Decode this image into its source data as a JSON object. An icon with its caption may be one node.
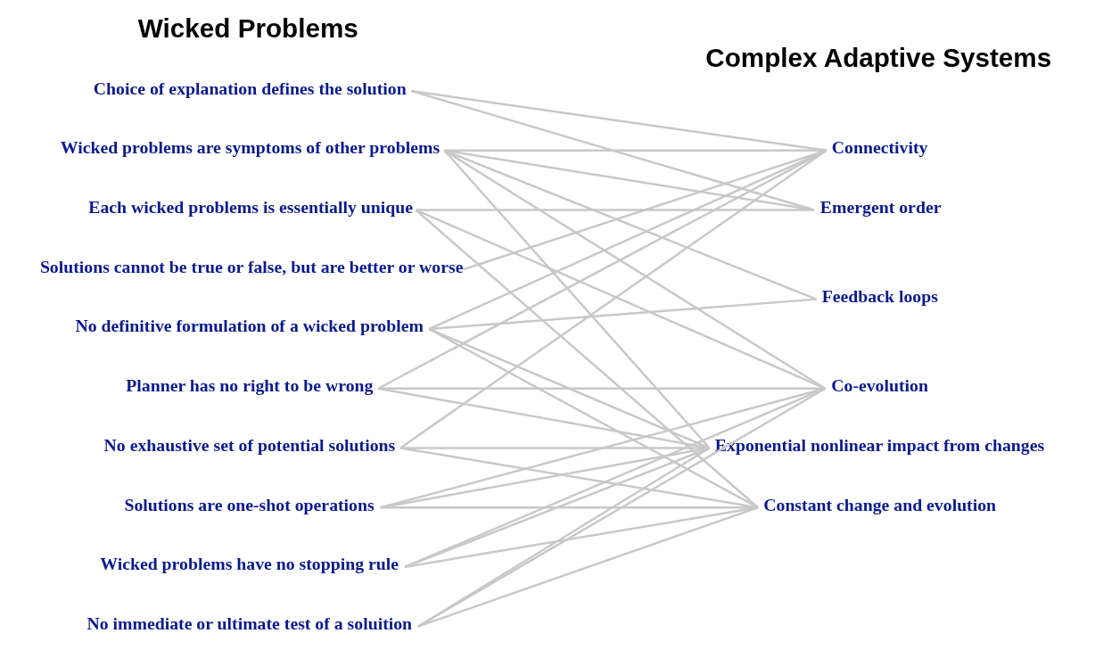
{
  "diagram": {
    "nodes": [
      {
        "text": [
          "Choice of explanation defines the solution"
        ]
      },
      {
        "text": [
          "Wicked problems are symptoms of other problems"
        ]
      },
      {
        "text": [
          "Each wicked problems is essentially unique"
        ]
      },
      {
        "text": [
          "Solutions cannot be true or false, but are better or worse"
        ]
      },
      {
        "text": [
          "No definitive formulation of a wicked problem"
        ]
      },
      {
        "text": [
          "Planner has no right to be wrong"
        ]
      },
      {
        "text": [
          "No exhaustive set of potential solutions"
        ]
      },
      {
        "text": [
          "Solutions are one-shot operations"
        ]
      },
      {
        "text": [
          "Wicked problems have no stopping rule"
        ]
      },
      {
        "text": [
          "No immediate or ultimate test of a soluition"
        ]
      },
      {
        "text": [
          "Connectivity"
        ]
      },
      {
        "text": [
          "Emergent order"
        ]
      },
      {
        "text": [
          "Feedback loops"
        ]
      },
      {
        "text": [
          "Co-evolution"
        ]
      },
      {
        "text": [
          "Exponential nonlinear impact from changes"
        ]
      },
      {
        "text": [
          "Constant change and evolution"
        ]
      }
    ],
    "edges": [
      {
        "from": 0,
        "to": 10,
        "arrow": "none"
      },
      {
        "from": 0,
        "to": 11,
        "arrow": "none"
      },
      {
        "from": 1,
        "to": 10,
        "arrow": "none"
      },
      {
        "from": 1,
        "to": 11,
        "arrow": "none"
      },
      {
        "from": 1,
        "to": 12,
        "arrow": "none"
      },
      {
        "from": 1,
        "to": 13,
        "arrow": "none"
      },
      {
        "from": 1,
        "to": 14,
        "arrow": "none"
      },
      {
        "from": 2,
        "to": 11,
        "arrow": "none"
      },
      {
        "from": 2,
        "to": 13,
        "arrow": "none"
      },
      {
        "from": 2,
        "to": 15,
        "arrow": "none"
      },
      {
        "from": 3,
        "to": 10,
        "arrow": "none"
      },
      {
        "from": 4,
        "to": 10,
        "arrow": "none"
      },
      {
        "from": 4,
        "to": 12,
        "arrow": "none"
      },
      {
        "from": 4,
        "to": 14,
        "arrow": "none"
      },
      {
        "from": 4,
        "to": 15,
        "arrow": "none"
      },
      {
        "from": 5,
        "to": 10,
        "arrow": "none"
      },
      {
        "from": 5,
        "to": 13,
        "arrow": "none"
      },
      {
        "from": 5,
        "to": 14,
        "arrow": "none"
      },
      {
        "from": 6,
        "to": 10,
        "arrow": "none"
      },
      {
        "from": 6,
        "to": 14,
        "arrow": "none"
      },
      {
        "from": 6,
        "to": 15,
        "arrow": "none"
      },
      {
        "from": 7,
        "to": 13,
        "arrow": "none"
      },
      {
        "from": 7,
        "to": 14,
        "arrow": "none"
      },
      {
        "from": 7,
        "to": 15,
        "arrow": "none"
      },
      {
        "from": 8,
        "to": 13,
        "arrow": "none"
      },
      {
        "from": 8,
        "to": 14,
        "arrow": "none"
      },
      {
        "from": 8,
        "to": 15,
        "arrow": "none"
      },
      {
        "from": 9,
        "to": 13,
        "arrow": "none"
      },
      {
        "from": 9,
        "to": 14,
        "arrow": "none"
      },
      {
        "from": 9,
        "to": 15,
        "arrow": "none"
      }
    ],
    "labels": [
      "Wicked Problems",
      "Complex Adaptive Systems"
    ]
  }
}
